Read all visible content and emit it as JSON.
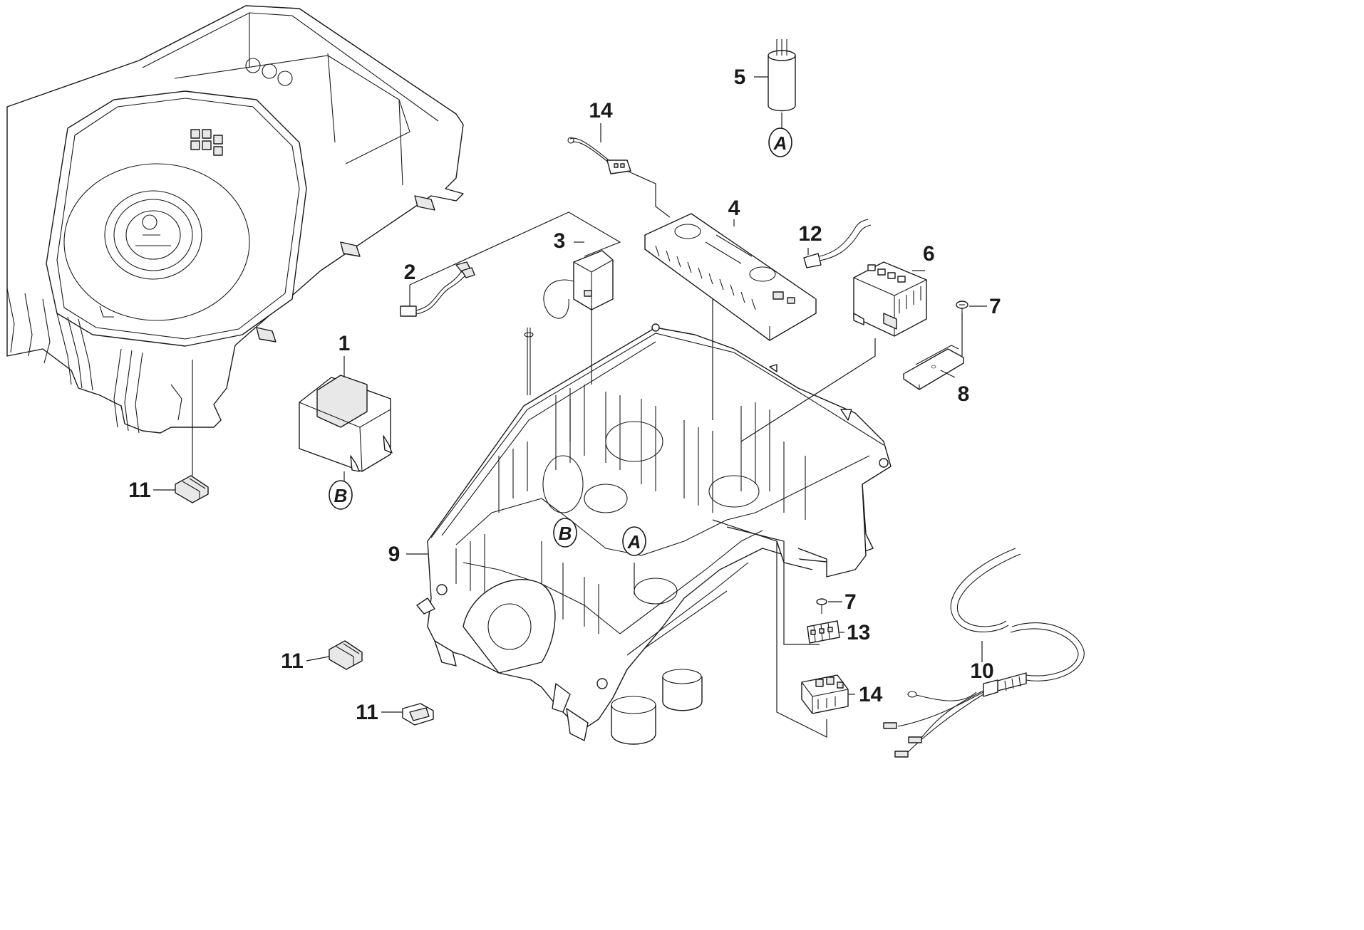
{
  "callouts": [
    {
      "id": "1",
      "label": "1"
    },
    {
      "id": "2",
      "label": "2"
    },
    {
      "id": "3",
      "label": "3"
    },
    {
      "id": "4",
      "label": "4"
    },
    {
      "id": "5",
      "label": "5"
    },
    {
      "id": "6",
      "label": "6"
    },
    {
      "id": "7a",
      "label": "7"
    },
    {
      "id": "7b",
      "label": "7"
    },
    {
      "id": "8",
      "label": "8"
    },
    {
      "id": "9",
      "label": "9"
    },
    {
      "id": "10",
      "label": "10"
    },
    {
      "id": "11a",
      "label": "11"
    },
    {
      "id": "11b",
      "label": "11"
    },
    {
      "id": "11c",
      "label": "11"
    },
    {
      "id": "12",
      "label": "12"
    },
    {
      "id": "13",
      "label": "13"
    },
    {
      "id": "14a",
      "label": "14"
    },
    {
      "id": "14b",
      "label": "14"
    }
  ],
  "reference_markers": [
    {
      "id": "A-capacitor",
      "label": "A"
    },
    {
      "id": "B-transformer",
      "label": "B"
    },
    {
      "id": "A-housing",
      "label": "A"
    },
    {
      "id": "B-housing",
      "label": "B"
    }
  ],
  "colors": {
    "line": "#1a1a1a",
    "background": "#ffffff",
    "shade": "#e8e8e8"
  }
}
